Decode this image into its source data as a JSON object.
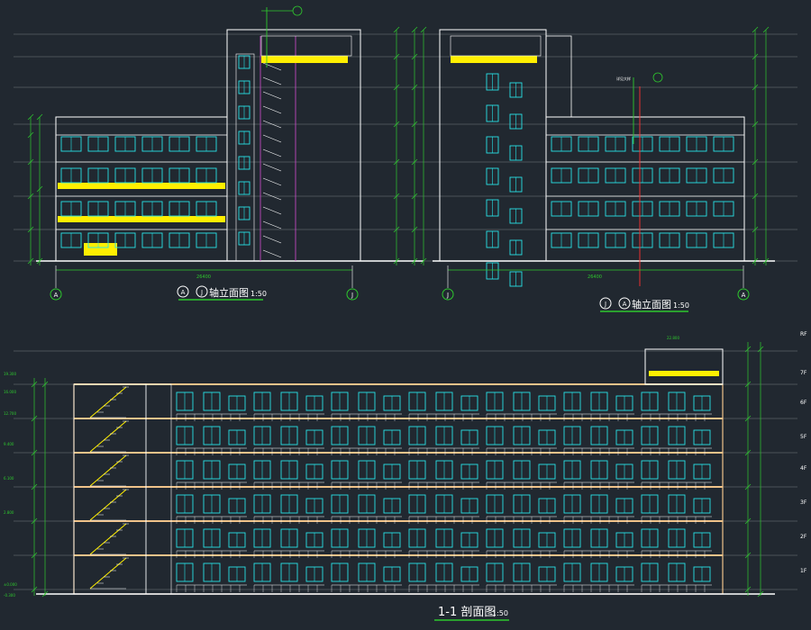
{
  "drawing": {
    "colors": {
      "background": "#212830",
      "outline": "#ffffff",
      "window": "#28e3e8",
      "dimension": "#2ec82e",
      "highlight": "#ffef00",
      "section": "#f0c38a",
      "magenta": "#d44cd0",
      "red": "#ff3030",
      "gridline": "#9aa0a6"
    },
    "titles": {
      "elev_a_j": {
        "prefix": "轴立面图",
        "scale": "1:50"
      },
      "elev_j_a": {
        "prefix": "轴立面图",
        "scale": "1:50"
      },
      "section_1_1": {
        "label": "1-1 剖面图",
        "scale": "1:50"
      }
    },
    "axis_bubbles": {
      "a": "A",
      "j": "J",
      "a_small": "A",
      "j_small": "J"
    },
    "floor_labels": [
      "RF",
      "7F",
      "6F",
      "5F",
      "4F",
      "3F",
      "2F",
      "1F"
    ],
    "level_marks": {
      "top": "22.800",
      "seventh": "19.300",
      "sixth": "16.000",
      "fifth": "12.700",
      "fourth": "9.400",
      "third": "6.100",
      "second": "2.800",
      "ground": "±0.000",
      "below": "-0.300"
    },
    "dimension_total": "26400",
    "callout_note": "详见大样"
  }
}
